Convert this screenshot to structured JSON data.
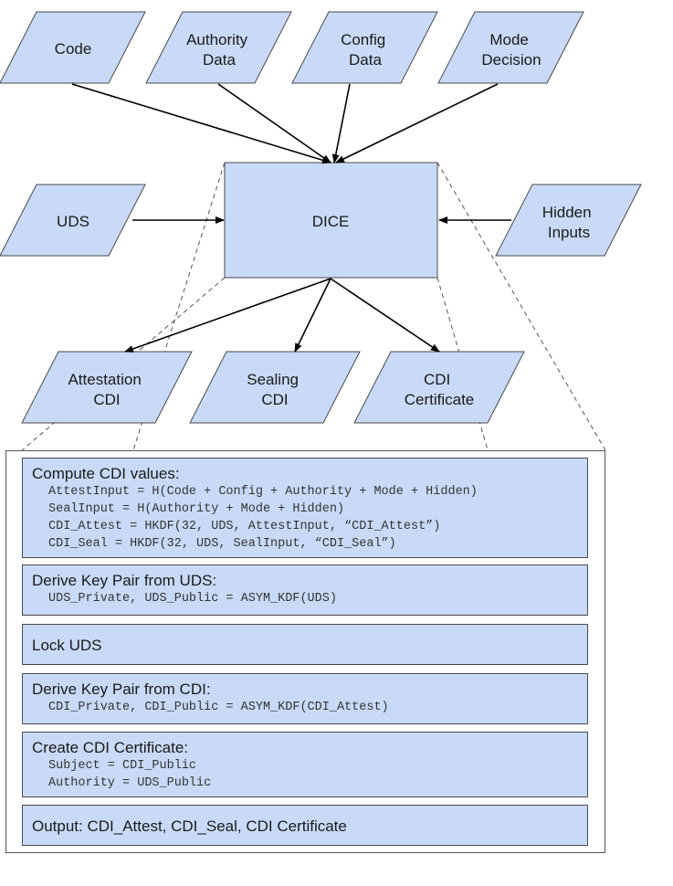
{
  "inputs": {
    "code": [
      "Code"
    ],
    "authority_data": [
      "Authority",
      "Data"
    ],
    "config_data": [
      "Config",
      "Data"
    ],
    "mode_decision": [
      "Mode",
      "Decision"
    ],
    "uds": [
      "UDS"
    ],
    "hidden_inputs": [
      "Hidden",
      "Inputs"
    ]
  },
  "core": {
    "label": "DICE"
  },
  "outputs": {
    "attestation_cdi": [
      "Attestation",
      "CDI"
    ],
    "sealing_cdi": [
      "Sealing",
      "CDI"
    ],
    "cdi_certificate": [
      "CDI",
      "Certificate"
    ]
  },
  "colors": {
    "fill": "#c9daf8",
    "stroke": "#4a4a4a",
    "arrow": "#000000",
    "dash": "#555555"
  },
  "steps": [
    {
      "title": "Compute CDI values:",
      "lines": [
        "AttestInput = H(Code + Config + Authority + Mode + Hidden)",
        "SealInput = H(Authority + Mode + Hidden)",
        "CDI_Attest = HKDF(32, UDS, AttestInput, “CDI_Attest”)",
        "CDI_Seal = HKDF(32, UDS, SealInput, “CDI_Seal”)"
      ]
    },
    {
      "title": "Derive Key Pair from UDS:",
      "lines": [
        "UDS_Private, UDS_Public = ASYM_KDF(UDS)"
      ]
    },
    {
      "title": "Lock UDS",
      "lines": []
    },
    {
      "title": "Derive Key Pair from CDI:",
      "lines": [
        "CDI_Private, CDI_Public = ASYM_KDF(CDI_Attest)"
      ]
    },
    {
      "title": "Create CDI Certificate:",
      "lines": [
        "Subject = CDI_Public",
        "Authority = UDS_Public"
      ]
    },
    {
      "title": "Output: CDI_Attest, CDI_Seal, CDI Certificate",
      "lines": []
    }
  ]
}
